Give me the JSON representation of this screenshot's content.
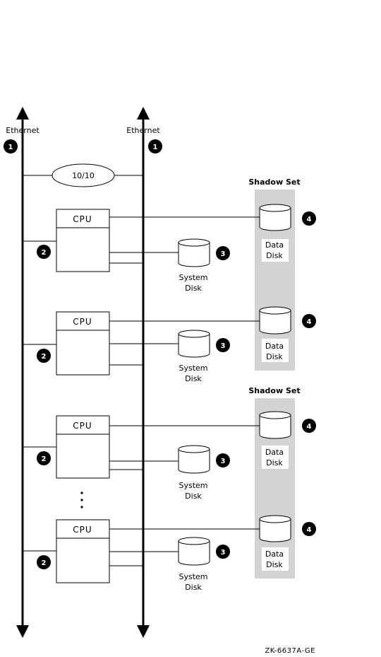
{
  "ethernet_label": "Ethernet",
  "bridge_label": "10/10",
  "shadow_set_label": "Shadow Set",
  "cpu_label": "CPU",
  "system_disk_label": [
    "System",
    "Disk"
  ],
  "data_disk_label": [
    "Data",
    "Disk"
  ],
  "callouts": {
    "ethernet": "1",
    "cpu_link": "2",
    "system_disk": "3",
    "data_disk": "4"
  },
  "figure_id": "ZK-6637A-GE",
  "colors": {
    "line": "#000000",
    "shadow_fill": "#d3d3d3",
    "callout_fill": "#000000"
  }
}
